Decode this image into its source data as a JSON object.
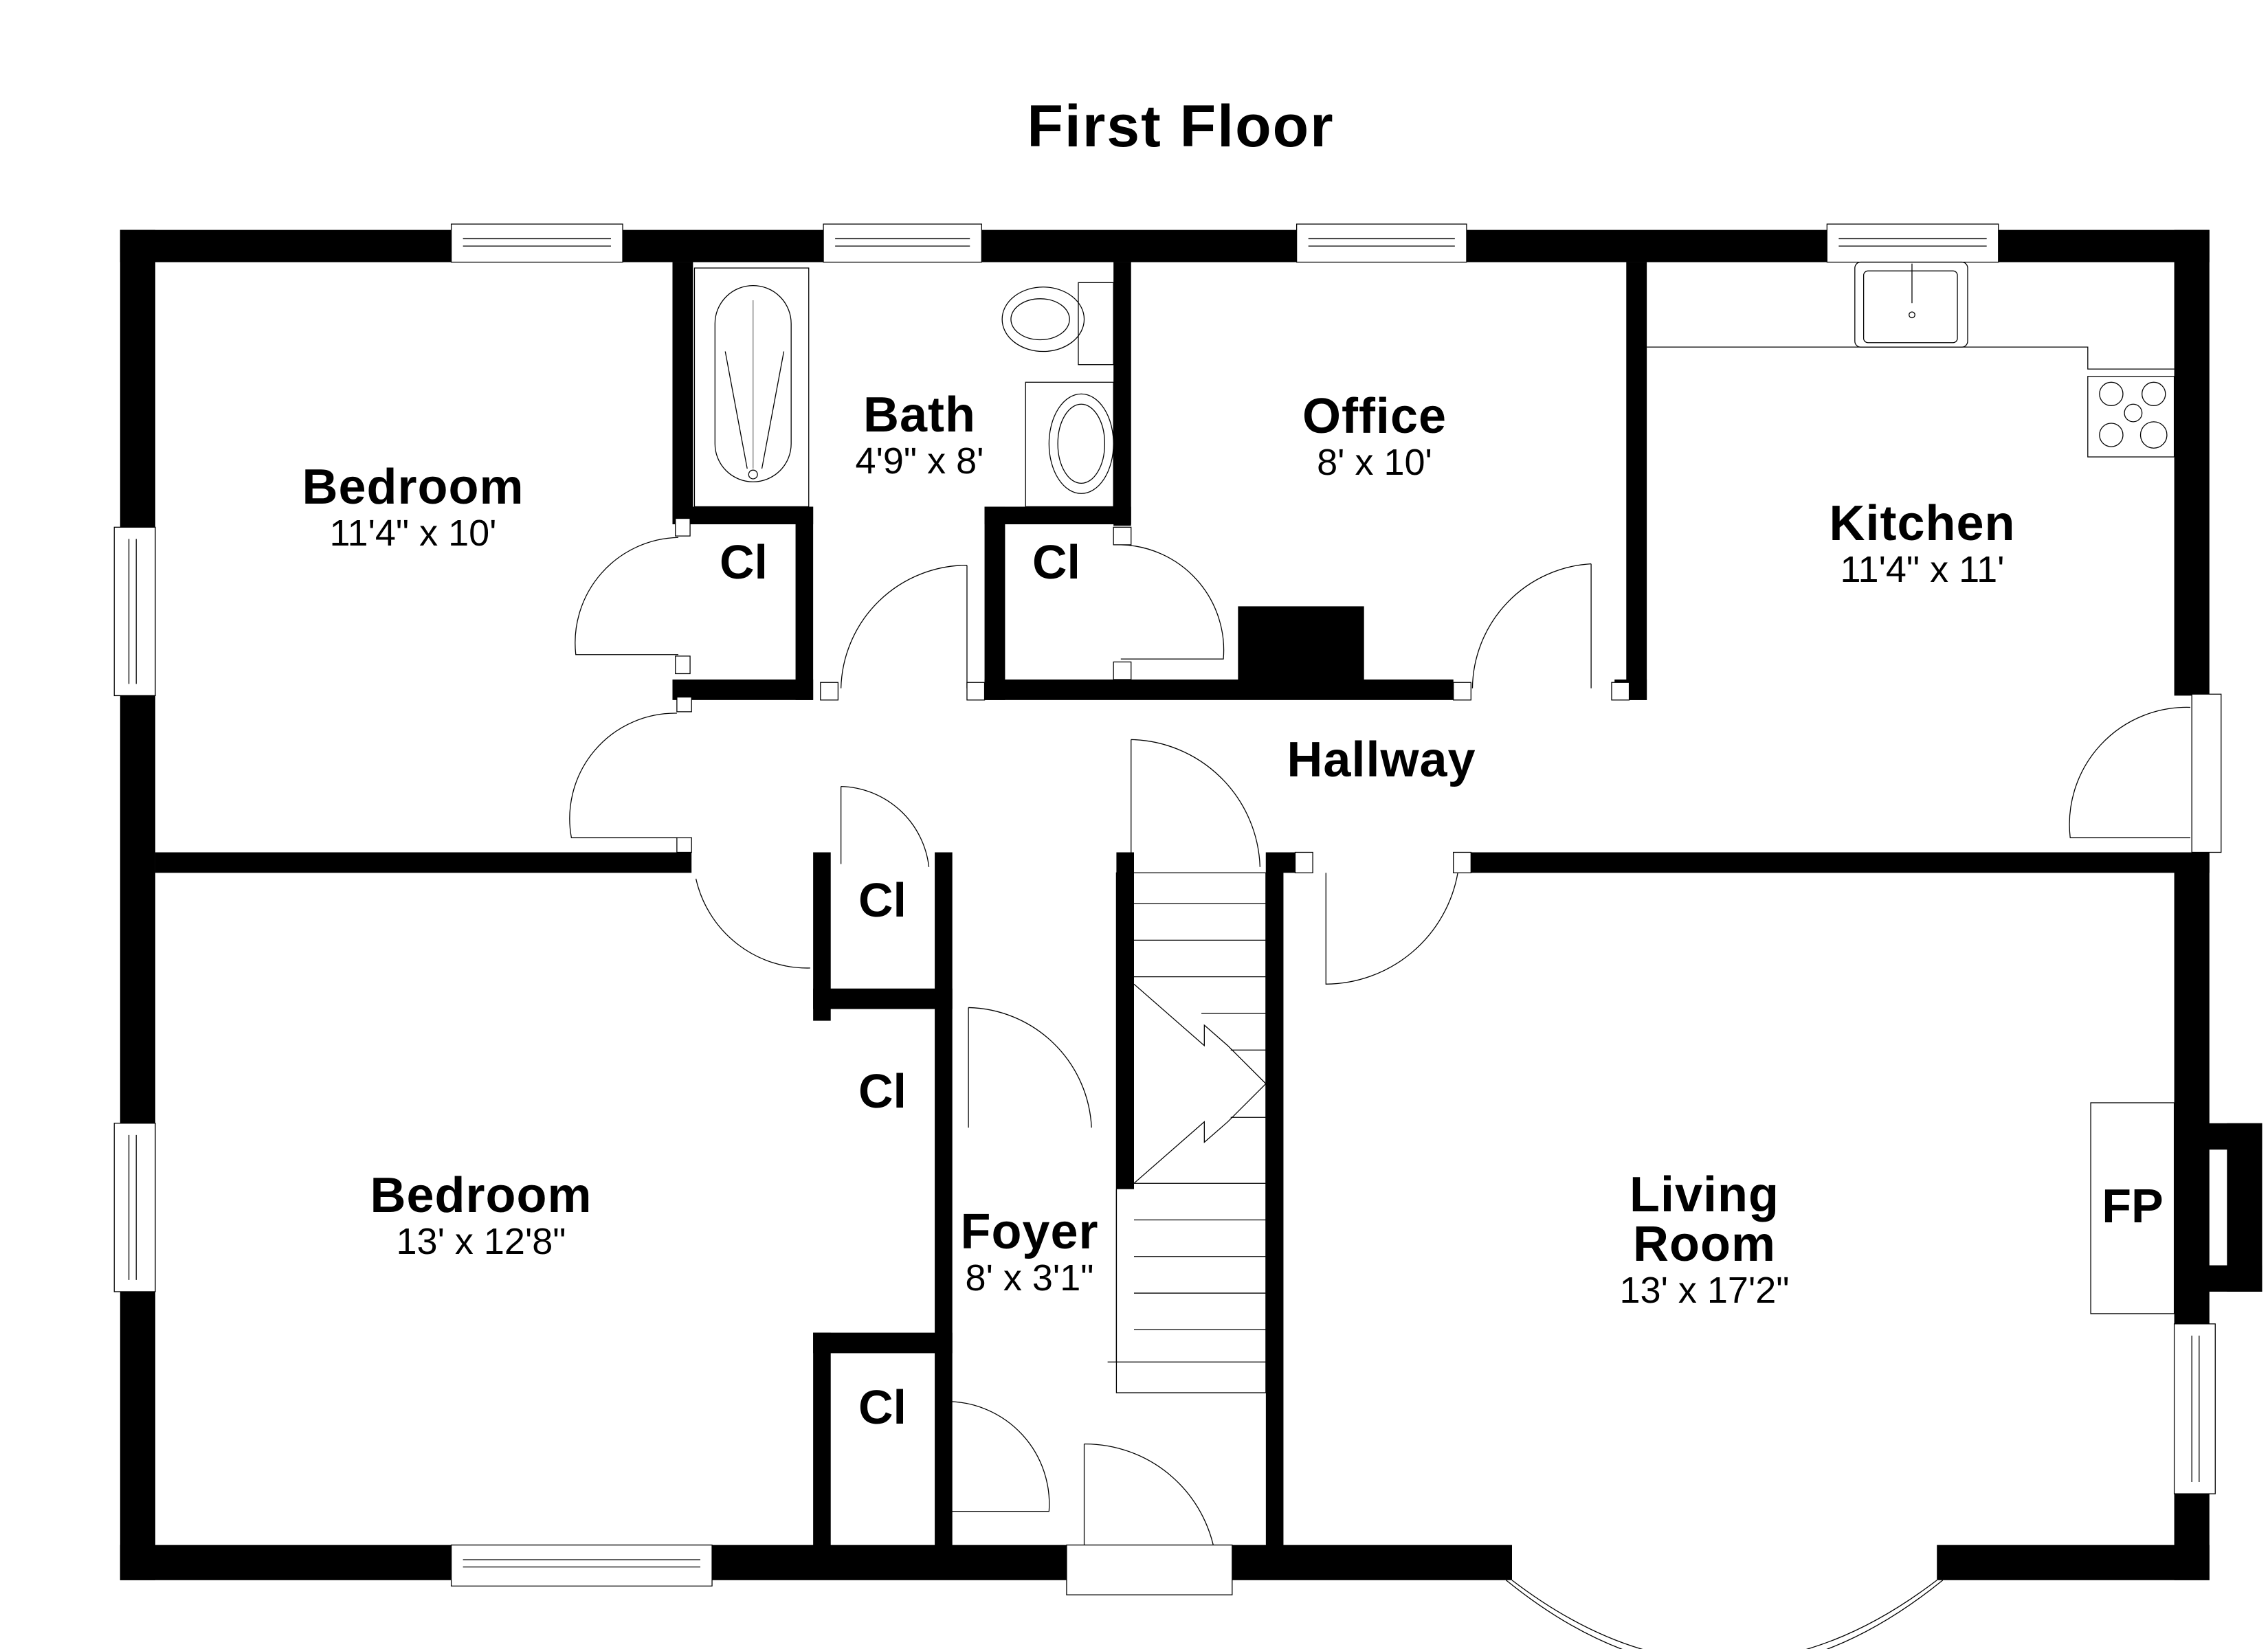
{
  "title": "First Floor",
  "rooms": {
    "bedroom1": {
      "name": "Bedroom",
      "dims": "11'4\" x 10'"
    },
    "bath": {
      "name": "Bath",
      "dims": "4'9\" x 8'"
    },
    "office": {
      "name": "Office",
      "dims": "8' x 10'"
    },
    "kitchen": {
      "name": "Kitchen",
      "dims": "11'4\" x 11'"
    },
    "hallway": {
      "name": "Hallway"
    },
    "bedroom2": {
      "name": "Bedroom",
      "dims": "13' x 12'8\""
    },
    "foyer": {
      "name": "Foyer",
      "dims": "8' x 3'1\""
    },
    "living": {
      "name_line1": "Living",
      "name_line2": "Room",
      "dims": "13' x 17'2\""
    }
  },
  "labels": {
    "closet": "Cl",
    "closet_bath_left": "Cl",
    "closet_office": "Cl",
    "closet_hall_1": "Cl",
    "closet_hall_2": "Cl",
    "closet_foyer": "Cl",
    "fireplace": "FP"
  },
  "colors": {
    "wall": "#000000",
    "background": "#ffffff"
  }
}
